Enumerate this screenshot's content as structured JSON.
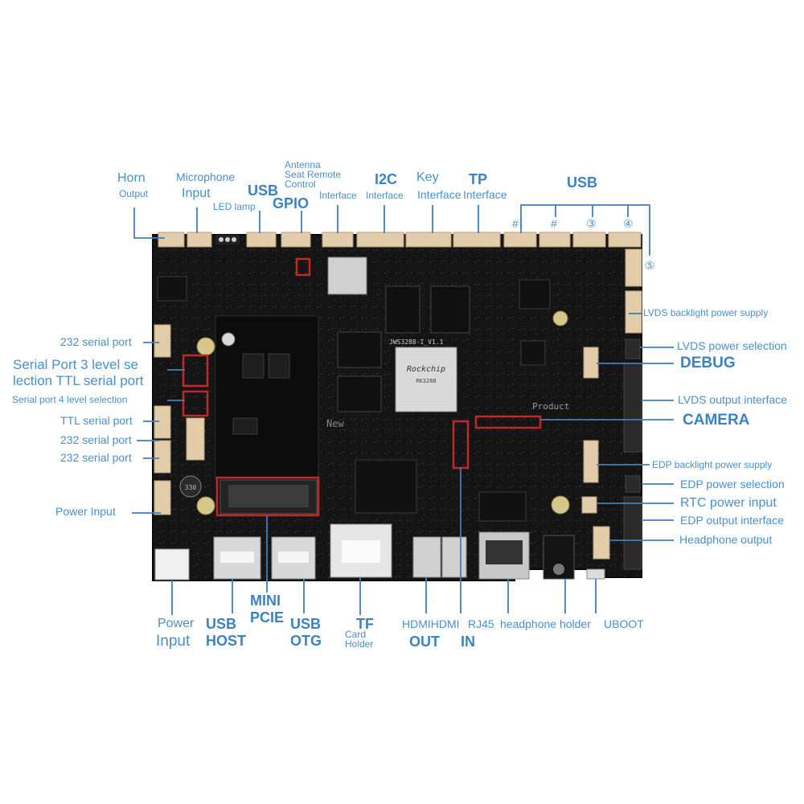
{
  "top_labels": {
    "horn": "Horn",
    "horn_sub": "Output",
    "microphone": "Microphone",
    "microphone_sub": "Input",
    "led_lamp": "LED lamp",
    "usb": "USB",
    "gpio": "GPIO",
    "antenna": "Antenna",
    "seat_remote": "Seat Remote",
    "control": "Control",
    "interface_1": "Interface",
    "i2c": "I2C",
    "i2c_sub": "Interface",
    "key": "Key",
    "key_sub": "Interface",
    "tp": "TP",
    "tp_sub": "Interface",
    "usb_group": "USB",
    "usb_mark_1": "#",
    "usb_mark_2": "#",
    "usb_mark_3": "③",
    "usb_mark_4": "④",
    "usb_mark_5": "⑤"
  },
  "left_labels": {
    "serial_232_a": "232 serial port",
    "serial_port_3": "Serial Port 3 level se",
    "ttl_serial_a": "lection TTL serial port",
    "serial_port_4": "Serial port 4 level selection",
    "ttl_serial_b": "TTL serial port",
    "serial_232_b": "232 serial port",
    "serial_232_c": "232 serial port",
    "power_input": "Power Input"
  },
  "right_labels": {
    "lvds_backlight": "LVDS backlight power supply",
    "lvds_power": "LVDS power selection",
    "debug": "DEBUG",
    "lvds_output": "LVDS output interface",
    "camera": "CAMERA",
    "edp_backlight": "EDP backlight power supply",
    "edp_power": "EDP power selection",
    "rtc_power": "RTC power input",
    "edp_output": "EDP output interface",
    "headphone_output": "Headphone output"
  },
  "bottom_labels": {
    "power": "Power",
    "power_sub": "Input",
    "usb_host_1": "USB",
    "usb_host_2": "HOST",
    "mini_pcie_1": "MINI",
    "mini_pcie_2": "PCIE",
    "usb_otg_1": "USB",
    "usb_otg_2": "OTG",
    "tf": "TF",
    "tf_card": "Card",
    "tf_holder": "Holder",
    "hdmi_pair": "HDMIHDMI",
    "hdmi_out": "OUT",
    "hdmi_in": "IN",
    "rj45": "RJ45",
    "headphone_holder": "headphone holder",
    "uboot": "UBOOT"
  },
  "board": {
    "model": "JWS3288-I_V1.1",
    "soc_brand": "Rockchip",
    "soc_model": "RK3288",
    "silk_product": "Product",
    "silk_new": "New"
  },
  "colors": {
    "label": "#4a8fc9",
    "board": "#141414",
    "highlight": "#c0282a",
    "leader": "#3d7fbf",
    "connector": "#e3ccaa"
  }
}
